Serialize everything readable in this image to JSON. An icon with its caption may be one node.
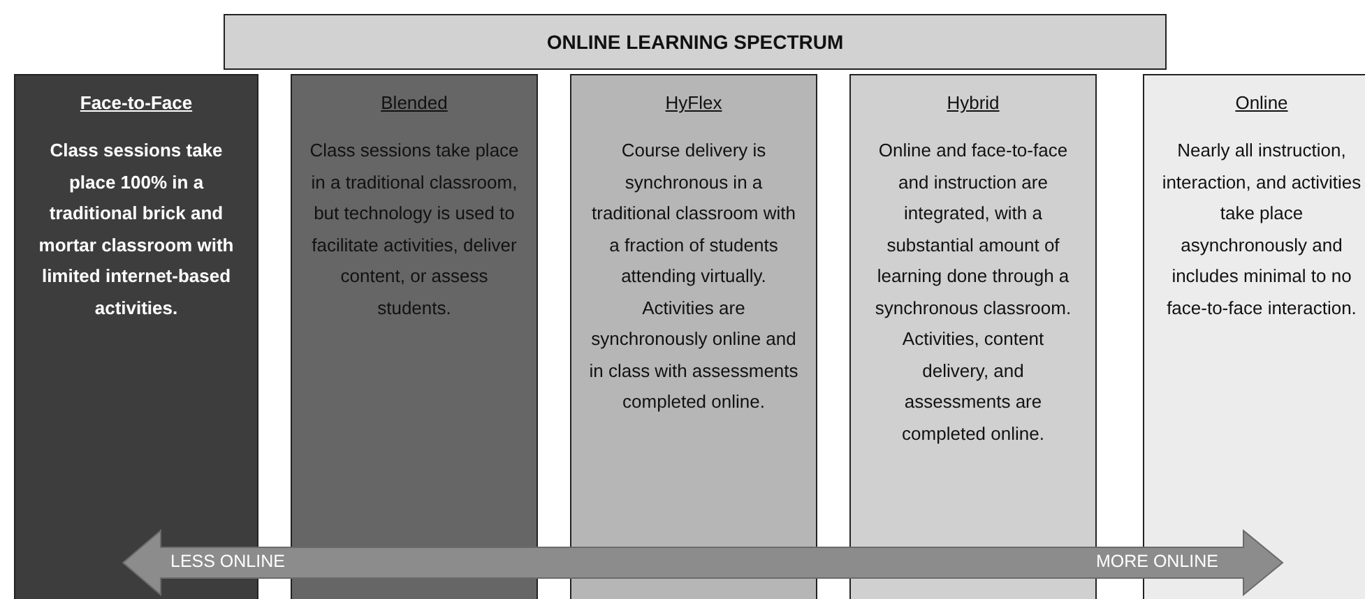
{
  "diagram": {
    "nodes": [
      {
        "text": [
          "ONLINE LEARNING SPECTRUM"
        ]
      },
      {
        "text": [
          "Face-to-Face",
          "Class sessions take place 100% in a traditional brick and mortar classroom with limited internet-based activities."
        ]
      },
      {
        "text": [
          "Blended",
          "Class sessions take place in a traditional classroom, but technology is used to facilitate activities, deliver content, or assess students."
        ]
      },
      {
        "text": [
          "HyFlex",
          "Course delivery is synchronous in a traditional classroom with a fraction of students attending virtually. Activities are synchronously online and in class with assessments completed online."
        ]
      },
      {
        "text": [
          "Hybrid",
          "Online and face-to-face and instruction are integrated, with a substantial amount of learning done through a synchronous classroom. Activities, content delivery, and assessments are completed online."
        ]
      },
      {
        "text": [
          "Online",
          "Nearly all instruction, interaction, and activities take place asynchronously and includes minimal to no face-to-face interaction."
        ]
      }
    ],
    "edges": [],
    "labels": [
      "LESS ONLINE",
      "MORE ONLINE"
    ]
  }
}
